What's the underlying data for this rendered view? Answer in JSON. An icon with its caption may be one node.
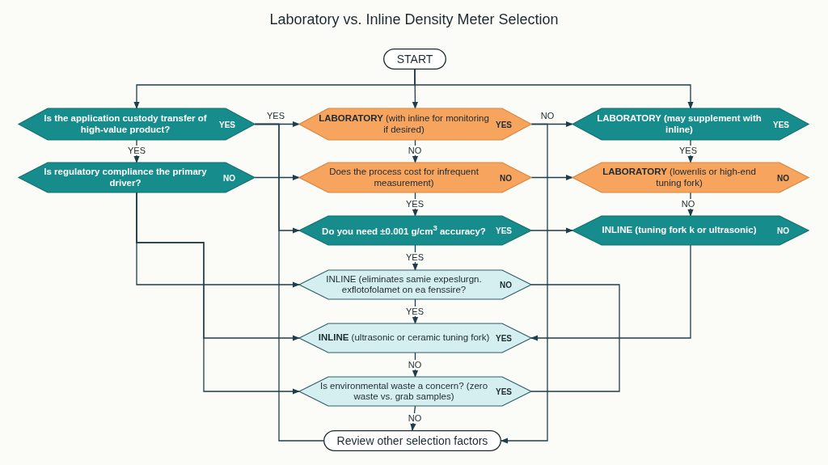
{
  "diagram": {
    "title": "Laboratory vs. Inline Density Meter Selection",
    "nodes": [
      {
        "text": [
          "START"
        ]
      },
      {
        "text": [
          "Is the application custody transfer of high-value product?",
          "YES"
        ]
      },
      {
        "text": [
          "**LABORATORY** (with inline for monitoring if desired)",
          "YES"
        ]
      },
      {
        "text": [
          "**LABORATORY** (may supplement with inline)",
          "YES"
        ]
      },
      {
        "text": [
          "Is regulatory compliance the primary driver?",
          "NO"
        ]
      },
      {
        "text": [
          "Does the process cost for infrequent measurement)",
          "NO"
        ]
      },
      {
        "text": [
          "**LABORATORY** (lowerılis or high-end tuning fork)",
          "NO"
        ]
      },
      {
        "text": [
          "Do you need ±0.001 g/cm$^{3}$ accuracy?",
          "YES"
        ]
      },
      {
        "text": [
          "INLINE (tuning fork k or ultrasonic)",
          "NO"
        ]
      },
      {
        "text": [
          "INLINE (eliminates samie expeslurgn. exflotofolamet on ea fenssire?",
          "NO"
        ]
      },
      {
        "text": [
          "**INLINE** (ultrasonic or ceramic tuning fork)",
          "YES"
        ]
      },
      {
        "text": [
          "Is environmental waste a concern? (zero waste vs. grab samples)",
          "YES"
        ]
      },
      {
        "text": [
          "Review other selection factors"
        ]
      }
    ],
    "edges": [
      {
        "from": 0,
        "to": 1,
        "arrow": "to"
      },
      {
        "from": 0,
        "to": 2,
        "arrow": "to"
      },
      {
        "from": 0,
        "to": 3,
        "arrow": "to"
      },
      {
        "from": 1,
        "to": 2,
        "arrow": "to",
        "label": "YES"
      },
      {
        "from": 1,
        "to": 4,
        "arrow": "to",
        "label": "YES"
      },
      {
        "from": 1,
        "to": 12,
        "arrow": "none"
      },
      {
        "from": 1,
        "to": 7,
        "arrow": "to"
      },
      {
        "from": 2,
        "to": 3,
        "arrow": "to",
        "label": "NO"
      },
      {
        "from": 2,
        "to": 5,
        "arrow": "to",
        "label": "NO"
      },
      {
        "from": 2,
        "to": 12,
        "arrow": "to"
      },
      {
        "from": 4,
        "to": 5,
        "arrow": "to"
      },
      {
        "from": 4,
        "to": 9,
        "arrow": "to"
      },
      {
        "from": 4,
        "to": 10,
        "arrow": "to"
      },
      {
        "from": 4,
        "to": 11,
        "arrow": "to"
      },
      {
        "from": 3,
        "to": 6,
        "arrow": "to",
        "label": "YES"
      },
      {
        "from": 5,
        "to": 6,
        "arrow": "to"
      },
      {
        "from": 5,
        "to": 7,
        "arrow": "to",
        "label": "YES"
      },
      {
        "from": 6,
        "to": 8,
        "arrow": "to",
        "label": "NO"
      },
      {
        "from": 7,
        "to": 8,
        "arrow": "to"
      },
      {
        "from": 7,
        "to": 9,
        "arrow": "to",
        "label": "YES"
      },
      {
        "from": 8,
        "to": 10,
        "arrow": "to"
      },
      {
        "from": 9,
        "to": 10,
        "arrow": "to",
        "label": "YES"
      },
      {
        "from": 9,
        "to": 11,
        "arrow": "none"
      },
      {
        "from": 10,
        "to": 11,
        "arrow": "to",
        "label": "NO"
      },
      {
        "from": 11,
        "to": 12,
        "arrow": "to",
        "label": "NO"
      }
    ]
  }
}
